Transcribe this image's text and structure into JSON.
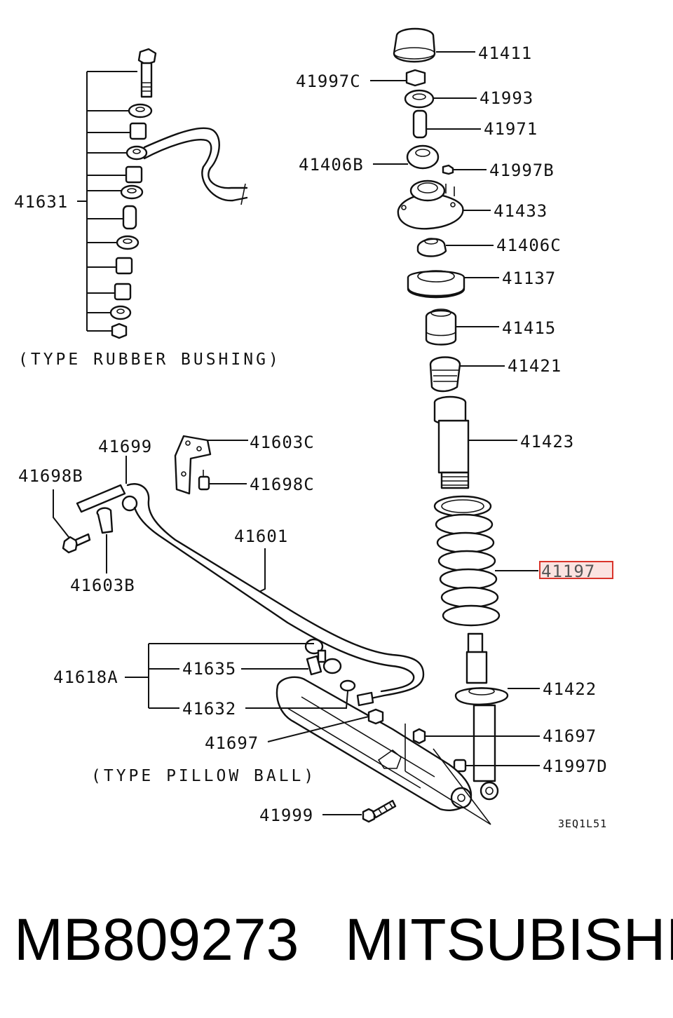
{
  "labels": {
    "l41411": "41411",
    "l41997c": "41997C",
    "l41993": "41993",
    "l41971": "41971",
    "l41406b": "41406B",
    "l41997b": "41997B",
    "l41433": "41433",
    "l41406c": "41406C",
    "l41137": "41137",
    "l41415": "41415",
    "l41421": "41421",
    "l41423": "41423",
    "l41197": "41197",
    "l41422": "41422",
    "l41697r": "41697",
    "l41997d": "41997D",
    "l41631": "41631",
    "l41699": "41699",
    "l41603c": "41603C",
    "l41698b": "41698B",
    "l41698c": "41698C",
    "l41601": "41601",
    "l41603b": "41603B",
    "l41618a": "41618A",
    "l41635": "41635",
    "l41632": "41632",
    "l41697l": "41697",
    "l41999": "41999"
  },
  "notes": {
    "rubber": "(TYPE RUBBER BUSHING)",
    "pillow": "(TYPE PILLOW BALL)",
    "code": "3EQ1L51"
  },
  "highlight": {
    "part": "41197",
    "color": "#d9342b"
  },
  "caption": {
    "part_number": "MB809273",
    "brand": "MITSUBISHI"
  }
}
